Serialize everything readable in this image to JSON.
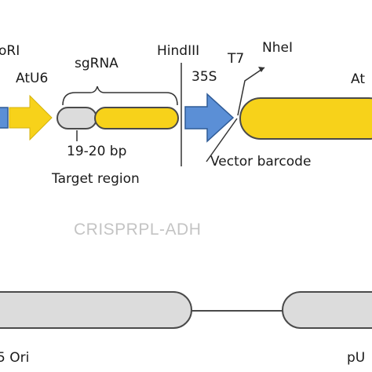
{
  "colors": {
    "yellow": "#f7d21a",
    "yellow_edge": "#9a8410",
    "blue": "#5b8fd6",
    "blue_edge": "#2f5b96",
    "grey": "#dcdcdc",
    "grey_edge": "#4a4a4a",
    "line": "#333333",
    "title": "#c4c4c4"
  },
  "top_construct": {
    "labels": {
      "ori_partial": "oRI",
      "atu6": "AtU6",
      "sgrna": "sgRNA",
      "hindiii": "HindIII",
      "p35s": "35S",
      "t7": "T7",
      "nhei": "NheI",
      "atu_partial": "At",
      "bp_range": "19-20 bp",
      "target_region": "Target region",
      "vector_barcode": "Vector barcode"
    }
  },
  "plasmid_name": "CRISPRPL-ADH",
  "bottom_construct": {
    "labels": {
      "left_ori_partial": "5 Ori",
      "right_partial": "pU"
    }
  }
}
